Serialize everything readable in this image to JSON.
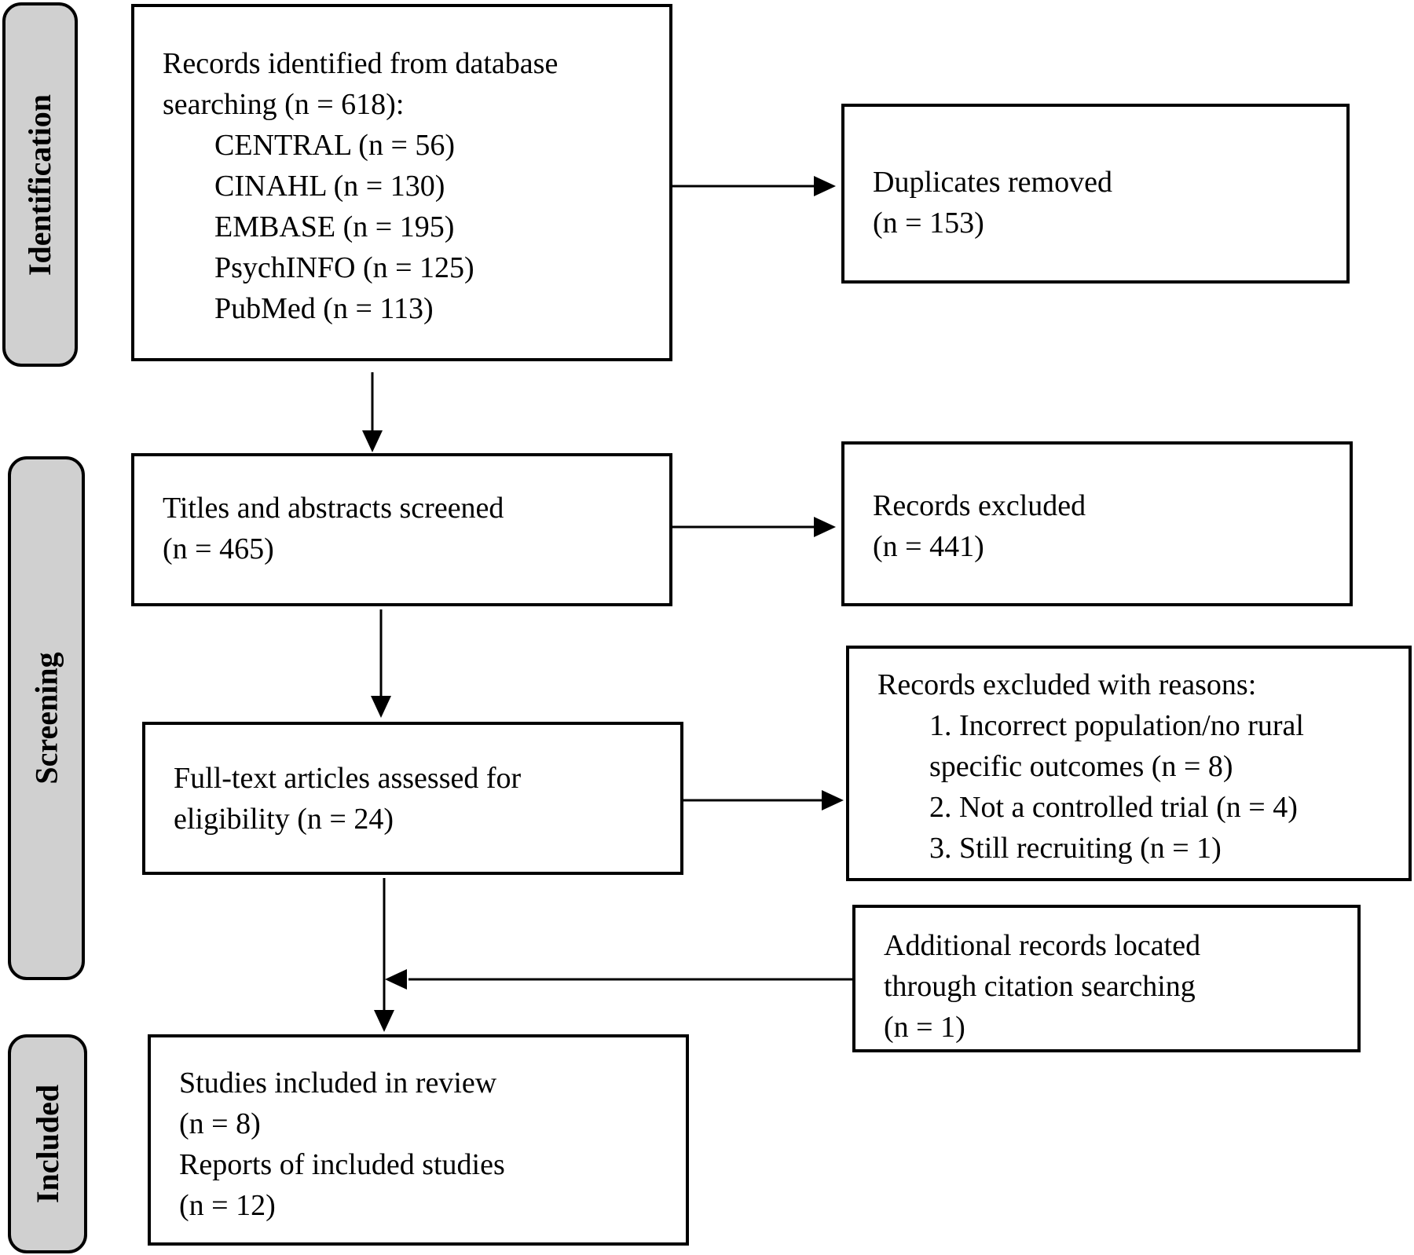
{
  "phases": {
    "identification": "Identification",
    "screening": "Screening",
    "included": "Included"
  },
  "identified": {
    "line1": "Records identified from database",
    "line2": "searching (n = 618):",
    "sources": [
      "CENTRAL (n = 56)",
      "CINAHL (n = 130)",
      "EMBASE (n = 195)",
      "PsychINFO (n = 125)",
      "PubMed (n = 113)"
    ]
  },
  "duplicates": {
    "line1": "Duplicates removed",
    "line2": "(n = 153)"
  },
  "screened": {
    "line1": "Titles and abstracts screened",
    "line2": "(n = 465)"
  },
  "excluded": {
    "line1": "Records excluded",
    "line2": "(n = 441)"
  },
  "fulltext": {
    "line1": "Full-text articles assessed for",
    "line2": "eligibility (n = 24)"
  },
  "reasons": {
    "heading": "Records excluded with reasons:",
    "items": [
      "1. Incorrect population/no rural",
      "specific outcomes (n = 8)",
      "2. Not a controlled trial (n = 4)",
      "3. Still recruiting (n = 1)"
    ]
  },
  "additional": {
    "line1": "Additional records located",
    "line2": "through citation searching",
    "line3": "(n = 1)"
  },
  "included": {
    "line1": "Studies included in review",
    "line2": "(n = 8)",
    "line3": "Reports of included studies",
    "line4": "(n = 12)"
  }
}
